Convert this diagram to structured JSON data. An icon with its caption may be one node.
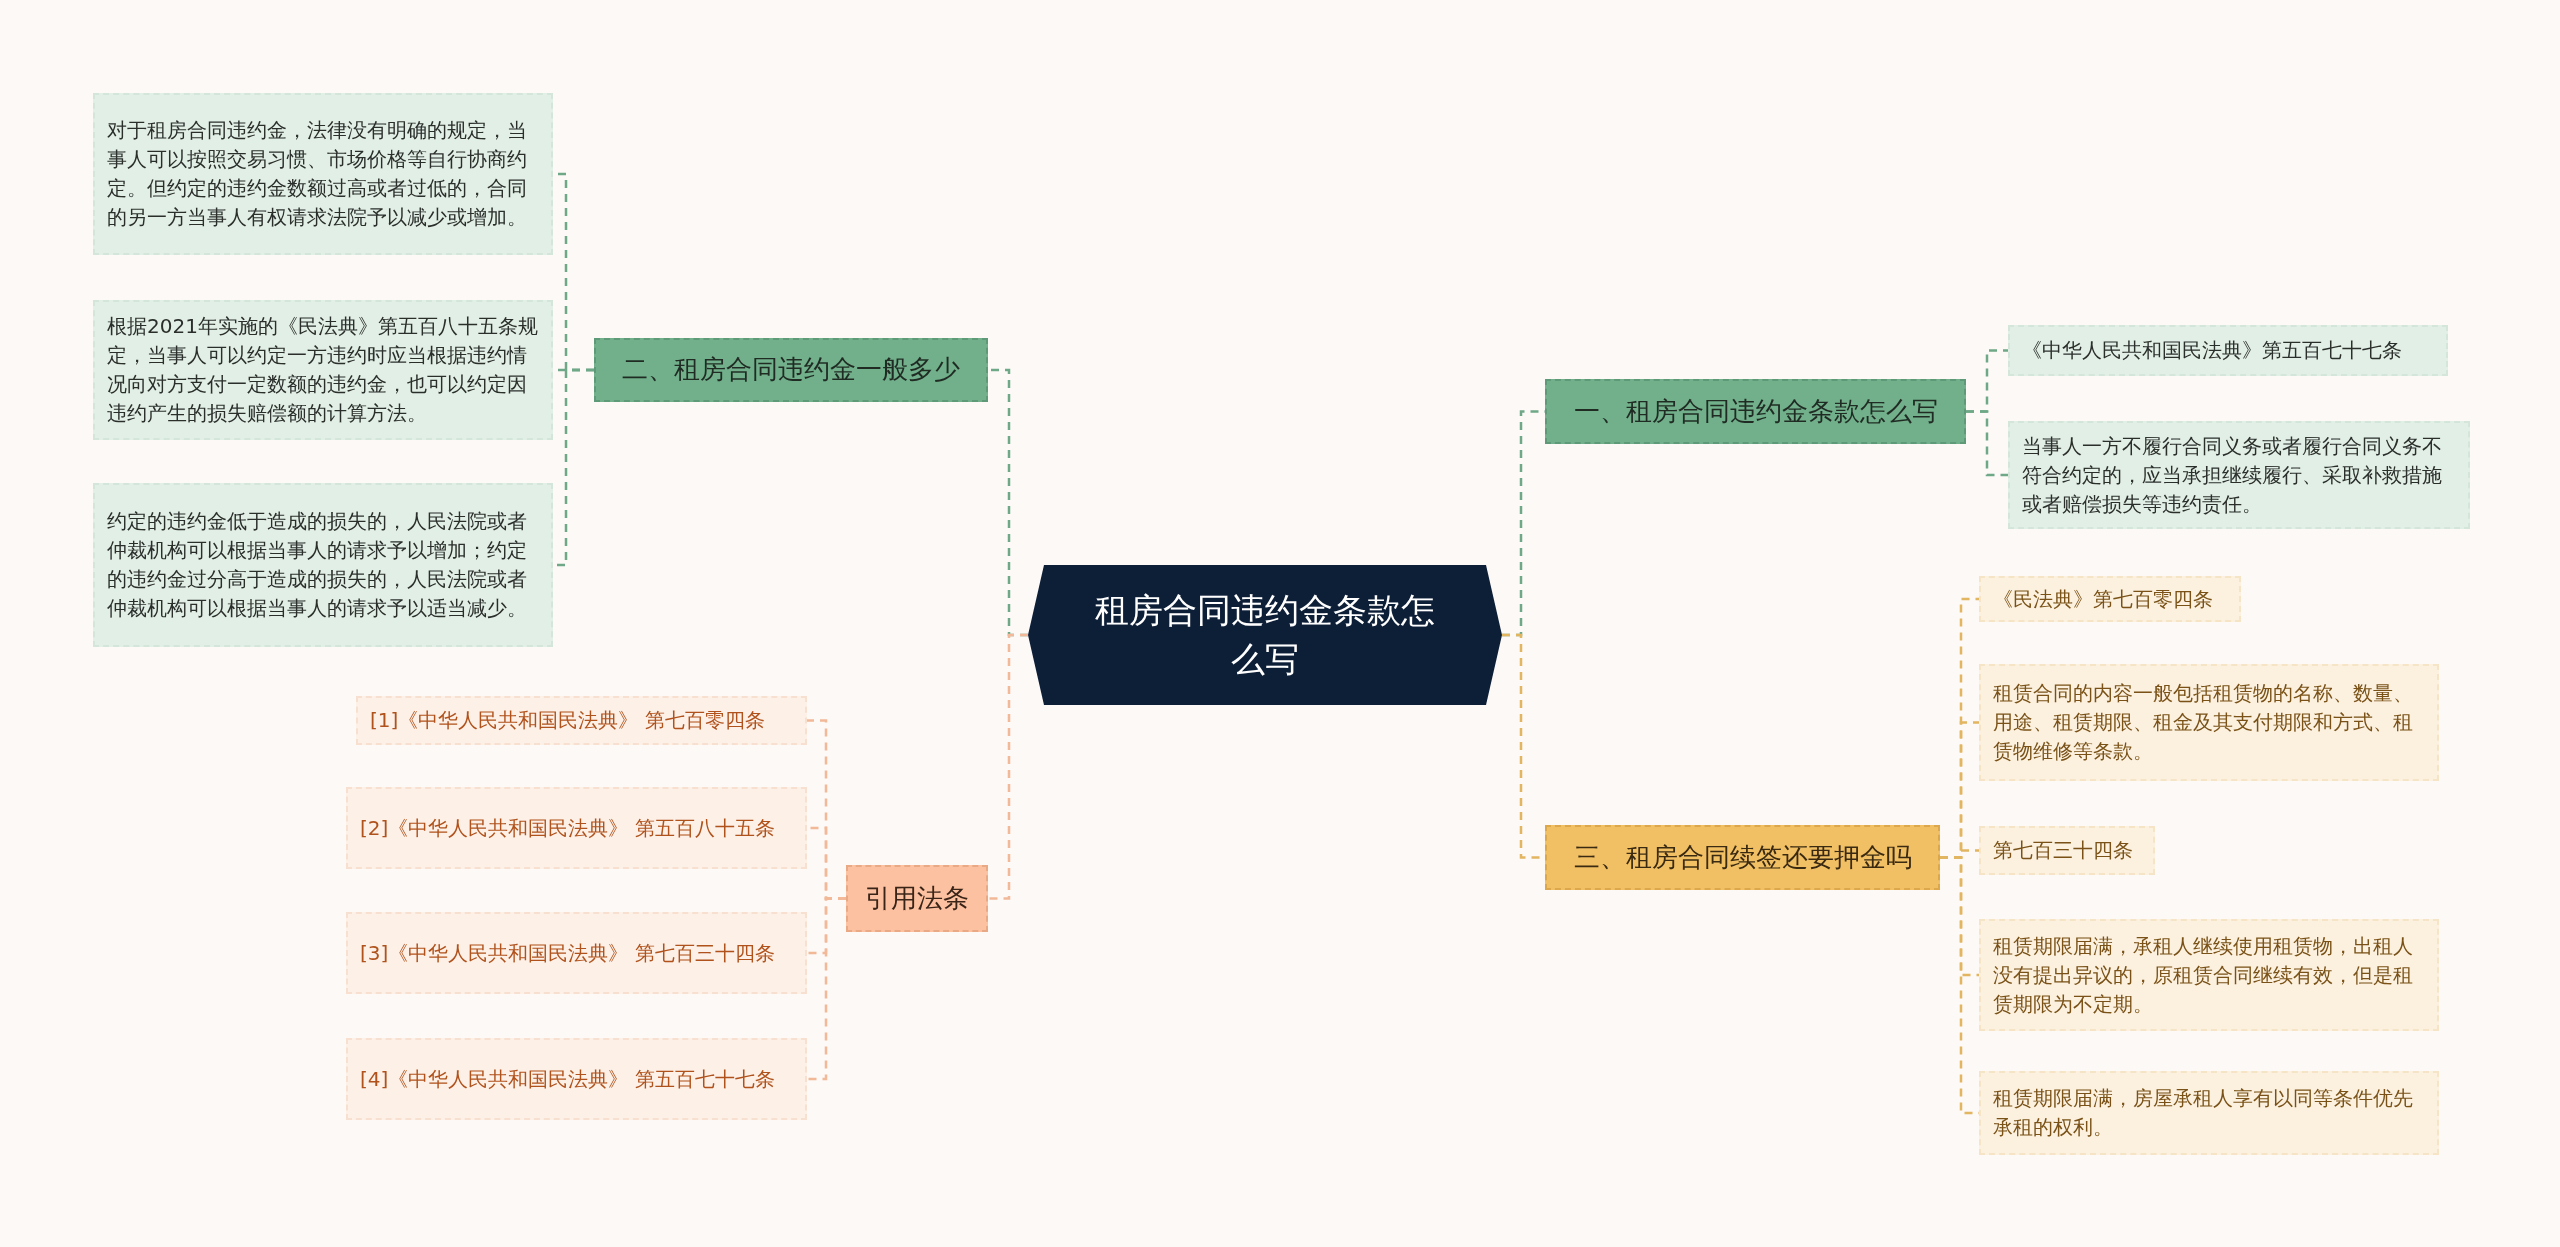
{
  "diagram": {
    "nodes": [
      {
        "text": [
          "租房合同违约金条款怎么写"
        ]
      },
      {
        "text": [
          "二、租房合同违约金一般多少"
        ]
      },
      {
        "text": [
          "对于租房合同违约金，法律没有明确的规定，当事人可以按照交易习惯、市场价格等自行协商约定。但约定的违约金数额过高或者过低的，合同的另一方当事人有权请求法院予以减少或增加。"
        ]
      },
      {
        "text": [
          "根据2021年实施的《民法典》第五百八十五条规定，当事人可以约定一方违约时应当根据违约情况向对方支付一定数额的违约金，也可以约定因违约产生的损失赔偿额的计算方法。"
        ]
      },
      {
        "text": [
          "约定的违约金低于造成的损失的，人民法院或者仲裁机构可以根据当事人的请求予以增加；约定的违约金过分高于造成的损失的，人民法院或者仲裁机构可以根据当事人的请求予以适当减少。"
        ]
      },
      {
        "text": [
          "一、租房合同违约金条款怎么写"
        ]
      },
      {
        "text": [
          "《中华人民共和国民法典》第五百七十七条"
        ]
      },
      {
        "text": [
          "当事人一方不履行合同义务或者履行合同义务不符合约定的，应当承担继续履行、采取补救措施或者赔偿损失等违约责任。"
        ]
      },
      {
        "text": [
          "三、租房合同续签还要押金吗"
        ]
      },
      {
        "text": [
          "《民法典》第七百零四条"
        ]
      },
      {
        "text": [
          "租赁合同的内容一般包括租赁物的名称、数量、用途、租赁期限、租金及其支付期限和方式、租赁物维修等条款。"
        ]
      },
      {
        "text": [
          "第七百三十四条"
        ]
      },
      {
        "text": [
          "租赁期限届满，承租人继续使用租赁物，出租人没有提出异议的，原租赁合同继续有效，但是租赁期限为不定期。"
        ]
      },
      {
        "text": [
          "租赁期限届满，房屋承租人享有以同等条件优先承租的权利。"
        ]
      },
      {
        "text": [
          "引用法条"
        ]
      },
      {
        "text": [
          "[1]《中华人民共和国民法典》 第七百零四条"
        ]
      },
      {
        "text": [
          "[2]《中华人民共和国民法典》 第五百八十五条"
        ]
      },
      {
        "text": [
          "[3]《中华人民共和国民法典》 第七百三十四条"
        ]
      },
      {
        "text": [
          "[4]《中华人民共和国民法典》 第五百七十七条"
        ]
      }
    ],
    "edges": [
      {
        "from": 0,
        "to": 1,
        "arrow": "none",
        "style": "dashed",
        "color": "#6fa887"
      },
      {
        "from": 1,
        "to": 2,
        "arrow": "none",
        "style": "dashed",
        "color": "#6fa887"
      },
      {
        "from": 1,
        "to": 3,
        "arrow": "none",
        "style": "dashed",
        "color": "#6fa887"
      },
      {
        "from": 1,
        "to": 4,
        "arrow": "none",
        "style": "dashed",
        "color": "#6fa887"
      },
      {
        "from": 0,
        "to": 5,
        "arrow": "none",
        "style": "dashed",
        "color": "#6fa887"
      },
      {
        "from": 5,
        "to": 6,
        "arrow": "none",
        "style": "dashed",
        "color": "#6fa887"
      },
      {
        "from": 5,
        "to": 7,
        "arrow": "none",
        "style": "dashed",
        "color": "#6fa887"
      },
      {
        "from": 0,
        "to": 8,
        "arrow": "none",
        "style": "dashed",
        "color": "#e2b560"
      },
      {
        "from": 8,
        "to": 9,
        "arrow": "none",
        "style": "dashed",
        "color": "#e2b560"
      },
      {
        "from": 8,
        "to": 10,
        "arrow": "none",
        "style": "dashed",
        "color": "#e2b560"
      },
      {
        "from": 8,
        "to": 11,
        "arrow": "none",
        "style": "dashed",
        "color": "#e2b560"
      },
      {
        "from": 8,
        "to": 12,
        "arrow": "none",
        "style": "dashed",
        "color": "#e2b560"
      },
      {
        "from": 8,
        "to": 13,
        "arrow": "none",
        "style": "dashed",
        "color": "#e2b560"
      },
      {
        "from": 0,
        "to": 14,
        "arrow": "none",
        "style": "dashed",
        "color": "#f2b999"
      },
      {
        "from": 14,
        "to": 15,
        "arrow": "none",
        "style": "dashed",
        "color": "#f2b999"
      },
      {
        "from": 14,
        "to": 16,
        "arrow": "none",
        "style": "dashed",
        "color": "#f2b999"
      },
      {
        "from": 14,
        "to": 17,
        "arrow": "none",
        "style": "dashed",
        "color": "#f2b999"
      },
      {
        "from": 14,
        "to": 18,
        "arrow": "none",
        "style": "dashed",
        "color": "#f2b999"
      }
    ]
  }
}
